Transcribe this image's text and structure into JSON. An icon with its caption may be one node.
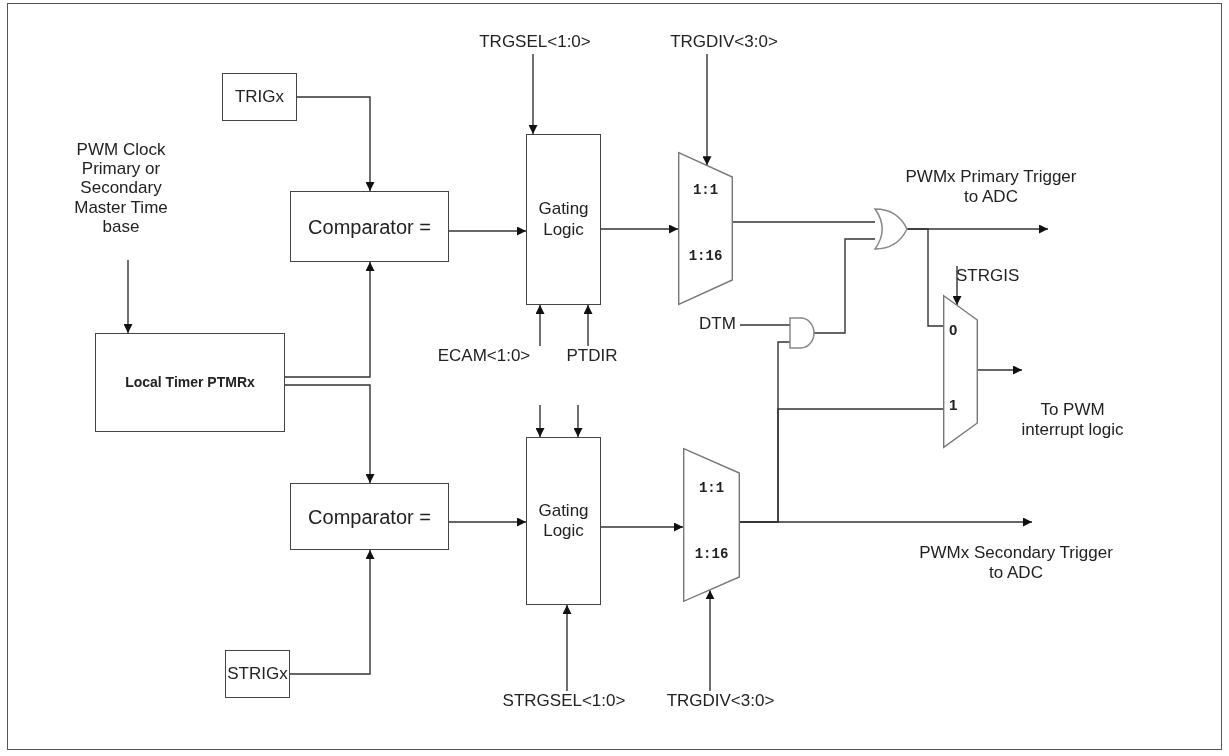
{
  "diagram": {
    "nodes": [
      {
        "text": [
          "TRIGx"
        ]
      },
      {
        "text": [
          "PWM Clock Primary or Secondary Master Time base"
        ]
      },
      {
        "text": [
          "Comparator ="
        ]
      },
      {
        "text": [
          "Local Timer PTMRx"
        ]
      },
      {
        "text": [
          "Comparator ="
        ]
      },
      {
        "text": [
          "STRIGx"
        ]
      },
      {
        "text": [
          "TRGSEL<1:0>"
        ]
      },
      {
        "text": [
          "Gating Logic"
        ]
      },
      {
        "text": [
          "ECAM<1:0>"
        ]
      },
      {
        "text": [
          "PTDIR"
        ]
      },
      {
        "text": [
          "TRGDIV<3:0>"
        ]
      },
      {
        "text": [
          "1:1",
          "1:16"
        ]
      },
      {
        "text": [],
        "shape": "gate"
      },
      {
        "text": [
          "DTM"
        ]
      },
      {
        "text": [],
        "shape": "gate"
      },
      {
        "text": [
          "STRGIS"
        ]
      },
      {
        "text": [
          "0",
          "1"
        ]
      },
      {
        "text": [
          "Gating Logic"
        ]
      },
      {
        "text": [
          "1:1",
          "1:16"
        ]
      },
      {
        "text": [
          "STRGSEL<1:0>"
        ]
      },
      {
        "text": [
          "TRGDIV<3:0>"
        ]
      }
    ],
    "edges": [
      {
        "from": 0,
        "to": 2,
        "arrow": "to"
      },
      {
        "from": 1,
        "to": 3,
        "arrow": "to"
      },
      {
        "from": 3,
        "to": 2,
        "arrow": "to"
      },
      {
        "from": 3,
        "to": 4,
        "arrow": "to"
      },
      {
        "from": 5,
        "to": 4,
        "arrow": "to"
      },
      {
        "from": 2,
        "to": 7,
        "arrow": "to"
      },
      {
        "from": 6,
        "to": 7,
        "arrow": "to"
      },
      {
        "from": 8,
        "to": 7,
        "arrow": "to"
      },
      {
        "from": 9,
        "to": 7,
        "arrow": "to"
      },
      {
        "from": 7,
        "to": 11,
        "arrow": "to"
      },
      {
        "from": 10,
        "to": 11,
        "arrow": "to"
      },
      {
        "from": 11,
        "to": 12,
        "arrow": "none"
      },
      {
        "from": 14,
        "to": 12,
        "arrow": "none"
      },
      {
        "from": 13,
        "to": 14,
        "arrow": "none"
      },
      {
        "from": 18,
        "to": 14,
        "arrow": "none"
      },
      {
        "from": 18,
        "to": 16,
        "arrow": "none"
      },
      {
        "from": 18,
        "to": null,
        "arrow": "to",
        "label": "PWMx Secondary Trigger to ADC"
      },
      {
        "from": 12,
        "to": null,
        "arrow": "to",
        "label": "PWMx Primary Trigger to ADC"
      },
      {
        "from": 12,
        "to": 16,
        "arrow": "none"
      },
      {
        "from": 15,
        "to": 16,
        "arrow": "to"
      },
      {
        "from": 16,
        "to": null,
        "arrow": "to",
        "label": "To PWM interrupt logic"
      },
      {
        "from": 4,
        "to": 17,
        "arrow": "to"
      },
      {
        "from": 17,
        "to": 18,
        "arrow": "to"
      },
      {
        "from": null,
        "to": 17,
        "arrow": "to"
      },
      {
        "from": null,
        "to": 17,
        "arrow": "to"
      },
      {
        "from": 19,
        "to": 17,
        "arrow": "to"
      },
      {
        "from": 20,
        "to": 18,
        "arrow": "to"
      }
    ]
  }
}
